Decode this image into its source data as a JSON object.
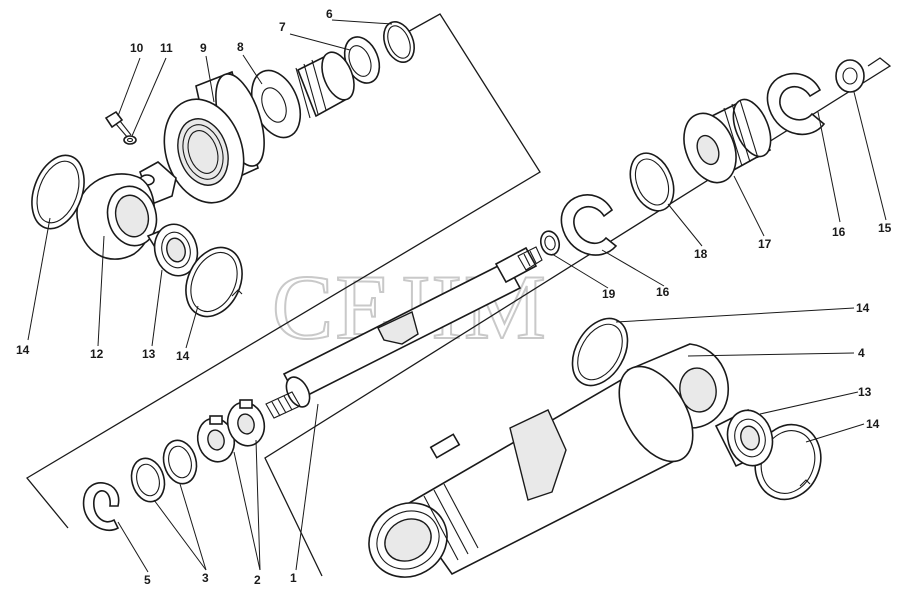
{
  "watermark": "CEJIM",
  "callouts": {
    "c1": "1",
    "c2": "2",
    "c3": "3",
    "c4": "4",
    "c5": "5",
    "c6": "6",
    "c7": "7",
    "c8": "8",
    "c9": "9",
    "c10": "10",
    "c11": "11",
    "c12": "12",
    "c13a": "13",
    "c13b": "13",
    "c14a": "14",
    "c14b": "14",
    "c14c": "14",
    "c14d": "14",
    "c15": "15",
    "c16a": "16",
    "c16b": "16",
    "c17": "17",
    "c18": "18",
    "c19": "19"
  }
}
